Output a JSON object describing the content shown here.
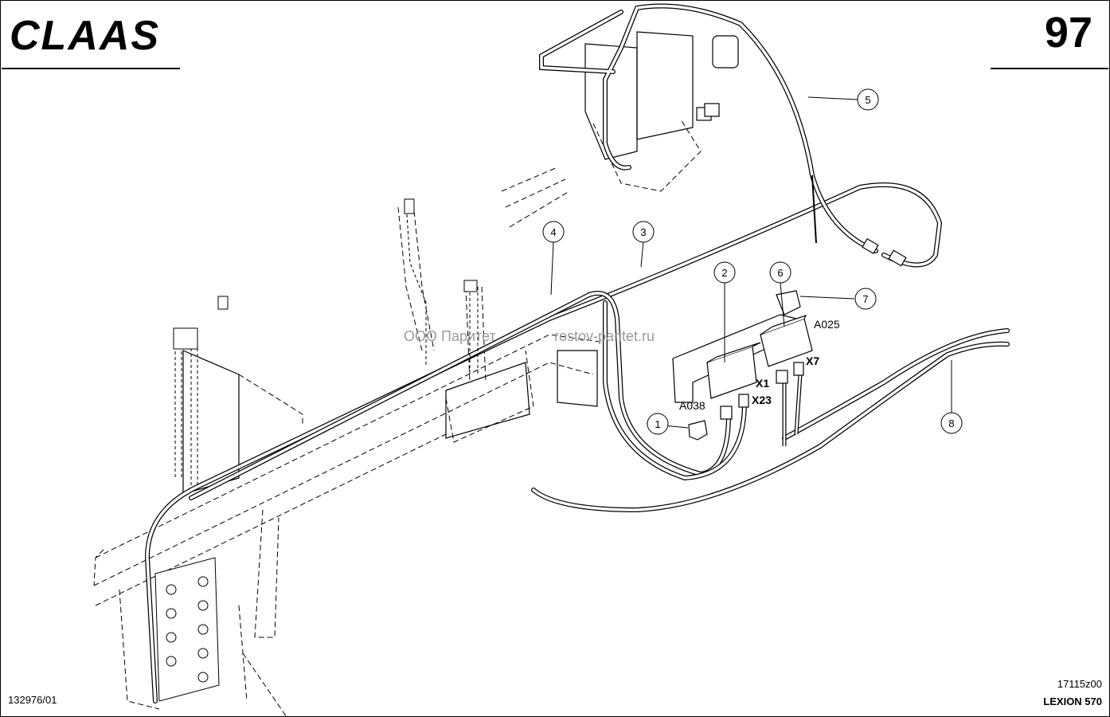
{
  "header": {
    "brand": "CLAAS",
    "page_number": "97"
  },
  "footer": {
    "drawing_number": "132976/01",
    "reference_code": "17115z00",
    "model": "LEXION 570"
  },
  "watermark": {
    "left": "ООО Паритет",
    "right": "rostov-paritet.ru"
  },
  "callouts": [
    "1",
    "2",
    "3",
    "4",
    "5",
    "6",
    "7",
    "8"
  ],
  "modules": {
    "a038": "A038",
    "a025": "A025"
  },
  "connectors": {
    "x1": "X1",
    "x23": "X23",
    "x7": "X7"
  }
}
